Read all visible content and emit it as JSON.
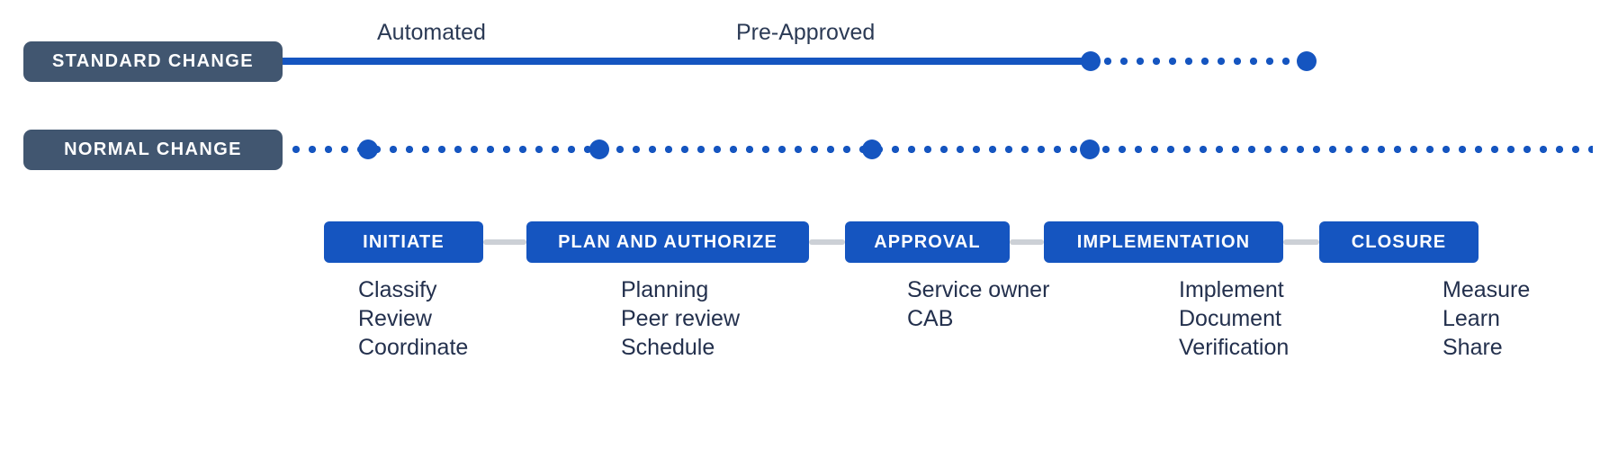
{
  "change_types": [
    {
      "id": "standard-change",
      "label": "STANDARD CHANGE",
      "track": {
        "style": "solid-then-dotted",
        "notes": [
          "Automated",
          "Pre-Approved"
        ],
        "node_count": 2
      }
    },
    {
      "id": "normal-change",
      "label": "NORMAL CHANGE",
      "track": {
        "style": "dotted",
        "notes": [],
        "node_count": 4
      }
    }
  ],
  "track_notes": {
    "automated": "Automated",
    "pre_approved": "Pre-Approved"
  },
  "pipeline": {
    "stages": [
      {
        "id": "initiate",
        "label": "INITIATE",
        "items": [
          "Classify",
          "Review",
          "Coordinate"
        ]
      },
      {
        "id": "plan-and-authorize",
        "label": "PLAN AND AUTHORIZE",
        "items": [
          "Planning",
          "Peer review",
          "Schedule"
        ]
      },
      {
        "id": "approval",
        "label": "APPROVAL",
        "items": [
          "Service owner",
          "CAB"
        ]
      },
      {
        "id": "implementation",
        "label": "IMPLEMENTATION",
        "items": [
          "Implement",
          "Document",
          "Verification"
        ]
      },
      {
        "id": "closure",
        "label": "CLOSURE",
        "items": [
          "Measure",
          "Learn",
          "Share"
        ]
      }
    ]
  },
  "colors": {
    "pill_background": "#415670",
    "accent_blue": "#1555c0",
    "connector_gray": "#ccd0d6",
    "text_dark": "#23304d",
    "background": "#ffffff"
  }
}
